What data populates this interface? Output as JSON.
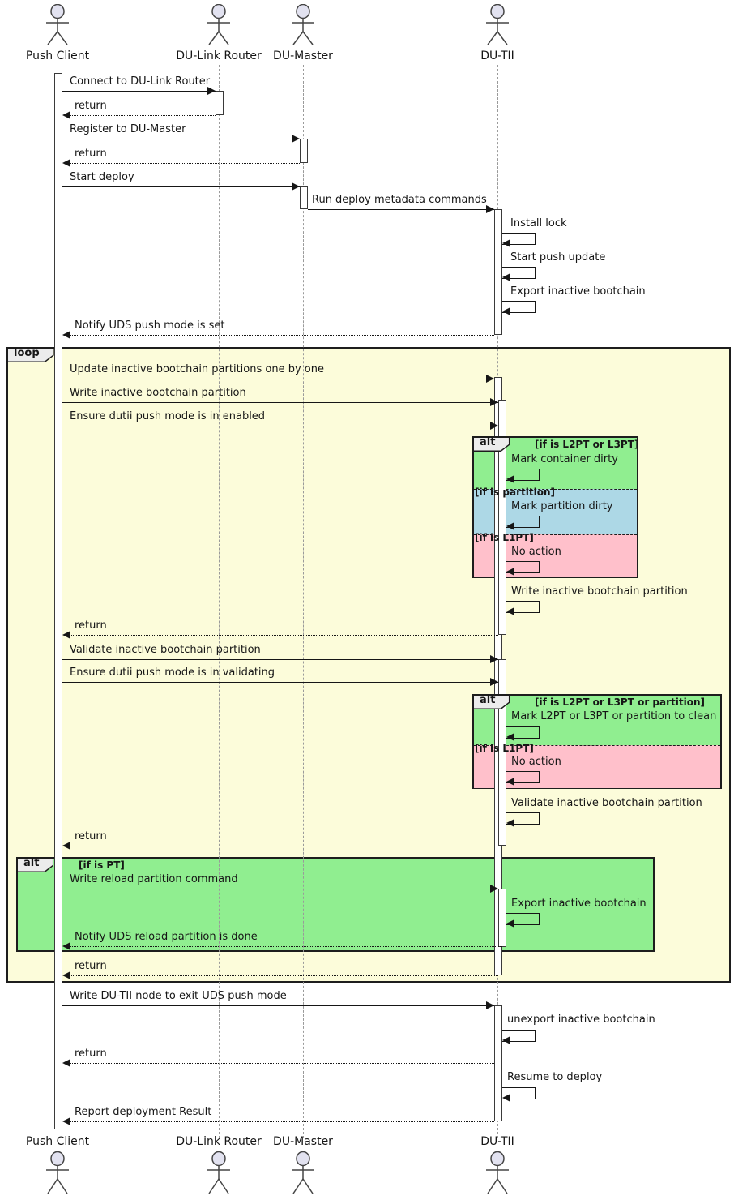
{
  "diagram_type": "uml-sequence-diagram",
  "actors": [
    "Push Client",
    "DU-Link Router",
    "DU-Master",
    "DU-TII"
  ],
  "frames": {
    "loop": {
      "keyword": "loop"
    },
    "alt1": {
      "keyword": "alt",
      "condition": "[if is L2PT or L3PT]",
      "condition2": "[if is partition]",
      "condition3": "[if is L1PT]"
    },
    "alt2": {
      "keyword": "alt",
      "condition": "[if is L2PT or L3PT or partition]",
      "condition2": "[if is L1PT]"
    },
    "alt3": {
      "keyword": "alt",
      "condition": "[if is PT]"
    }
  },
  "messages": {
    "connect": "Connect to DU-Link Router",
    "return": "return",
    "register": "Register to DU-Master",
    "start_deploy": "Start deploy",
    "run_deploy_metadata": "Run deploy metadata commands",
    "install_lock": "Install lock",
    "start_push_update": "Start push update",
    "export_inactive_bootchain": "Export inactive bootchain",
    "notify_uds_push_mode": "Notify UDS push mode is set",
    "update_partitions": "Update inactive bootchain partitions one by one",
    "write_partition": "Write inactive bootchain partition",
    "ensure_enabled": "Ensure dutii push mode is in enabled",
    "mark_container_dirty": "Mark container dirty",
    "mark_partition_dirty": "Mark partition dirty",
    "no_action": "No action",
    "validate_partition": "Validate inactive bootchain partition",
    "ensure_validating": "Ensure dutii push mode is in validating",
    "mark_to_clean": "Mark L2PT or L3PT or partition to clean",
    "write_reload": "Write reload partition command",
    "notify_reload_done": "Notify UDS reload partition is done",
    "exit_push_mode": "Write DU-TII node to exit UDS push mode",
    "unexport_bootchain": "unexport inactive bootchain",
    "resume_deploy": "Resume to deploy",
    "report_result": "Report deployment Result"
  },
  "colors": {
    "loop_frame_background": "#FCFCDA",
    "alt_green": "#90EE90",
    "alt_blue": "#ADD8E6",
    "alt_pink": "#FFC0CB",
    "keyword_tab_background": "#ECECEC",
    "actor_head_fill": "#E2E2F0",
    "line_color": "#161616",
    "lifeline_color": "#9A9A9A",
    "activation_fill": "#FFFFFF"
  }
}
